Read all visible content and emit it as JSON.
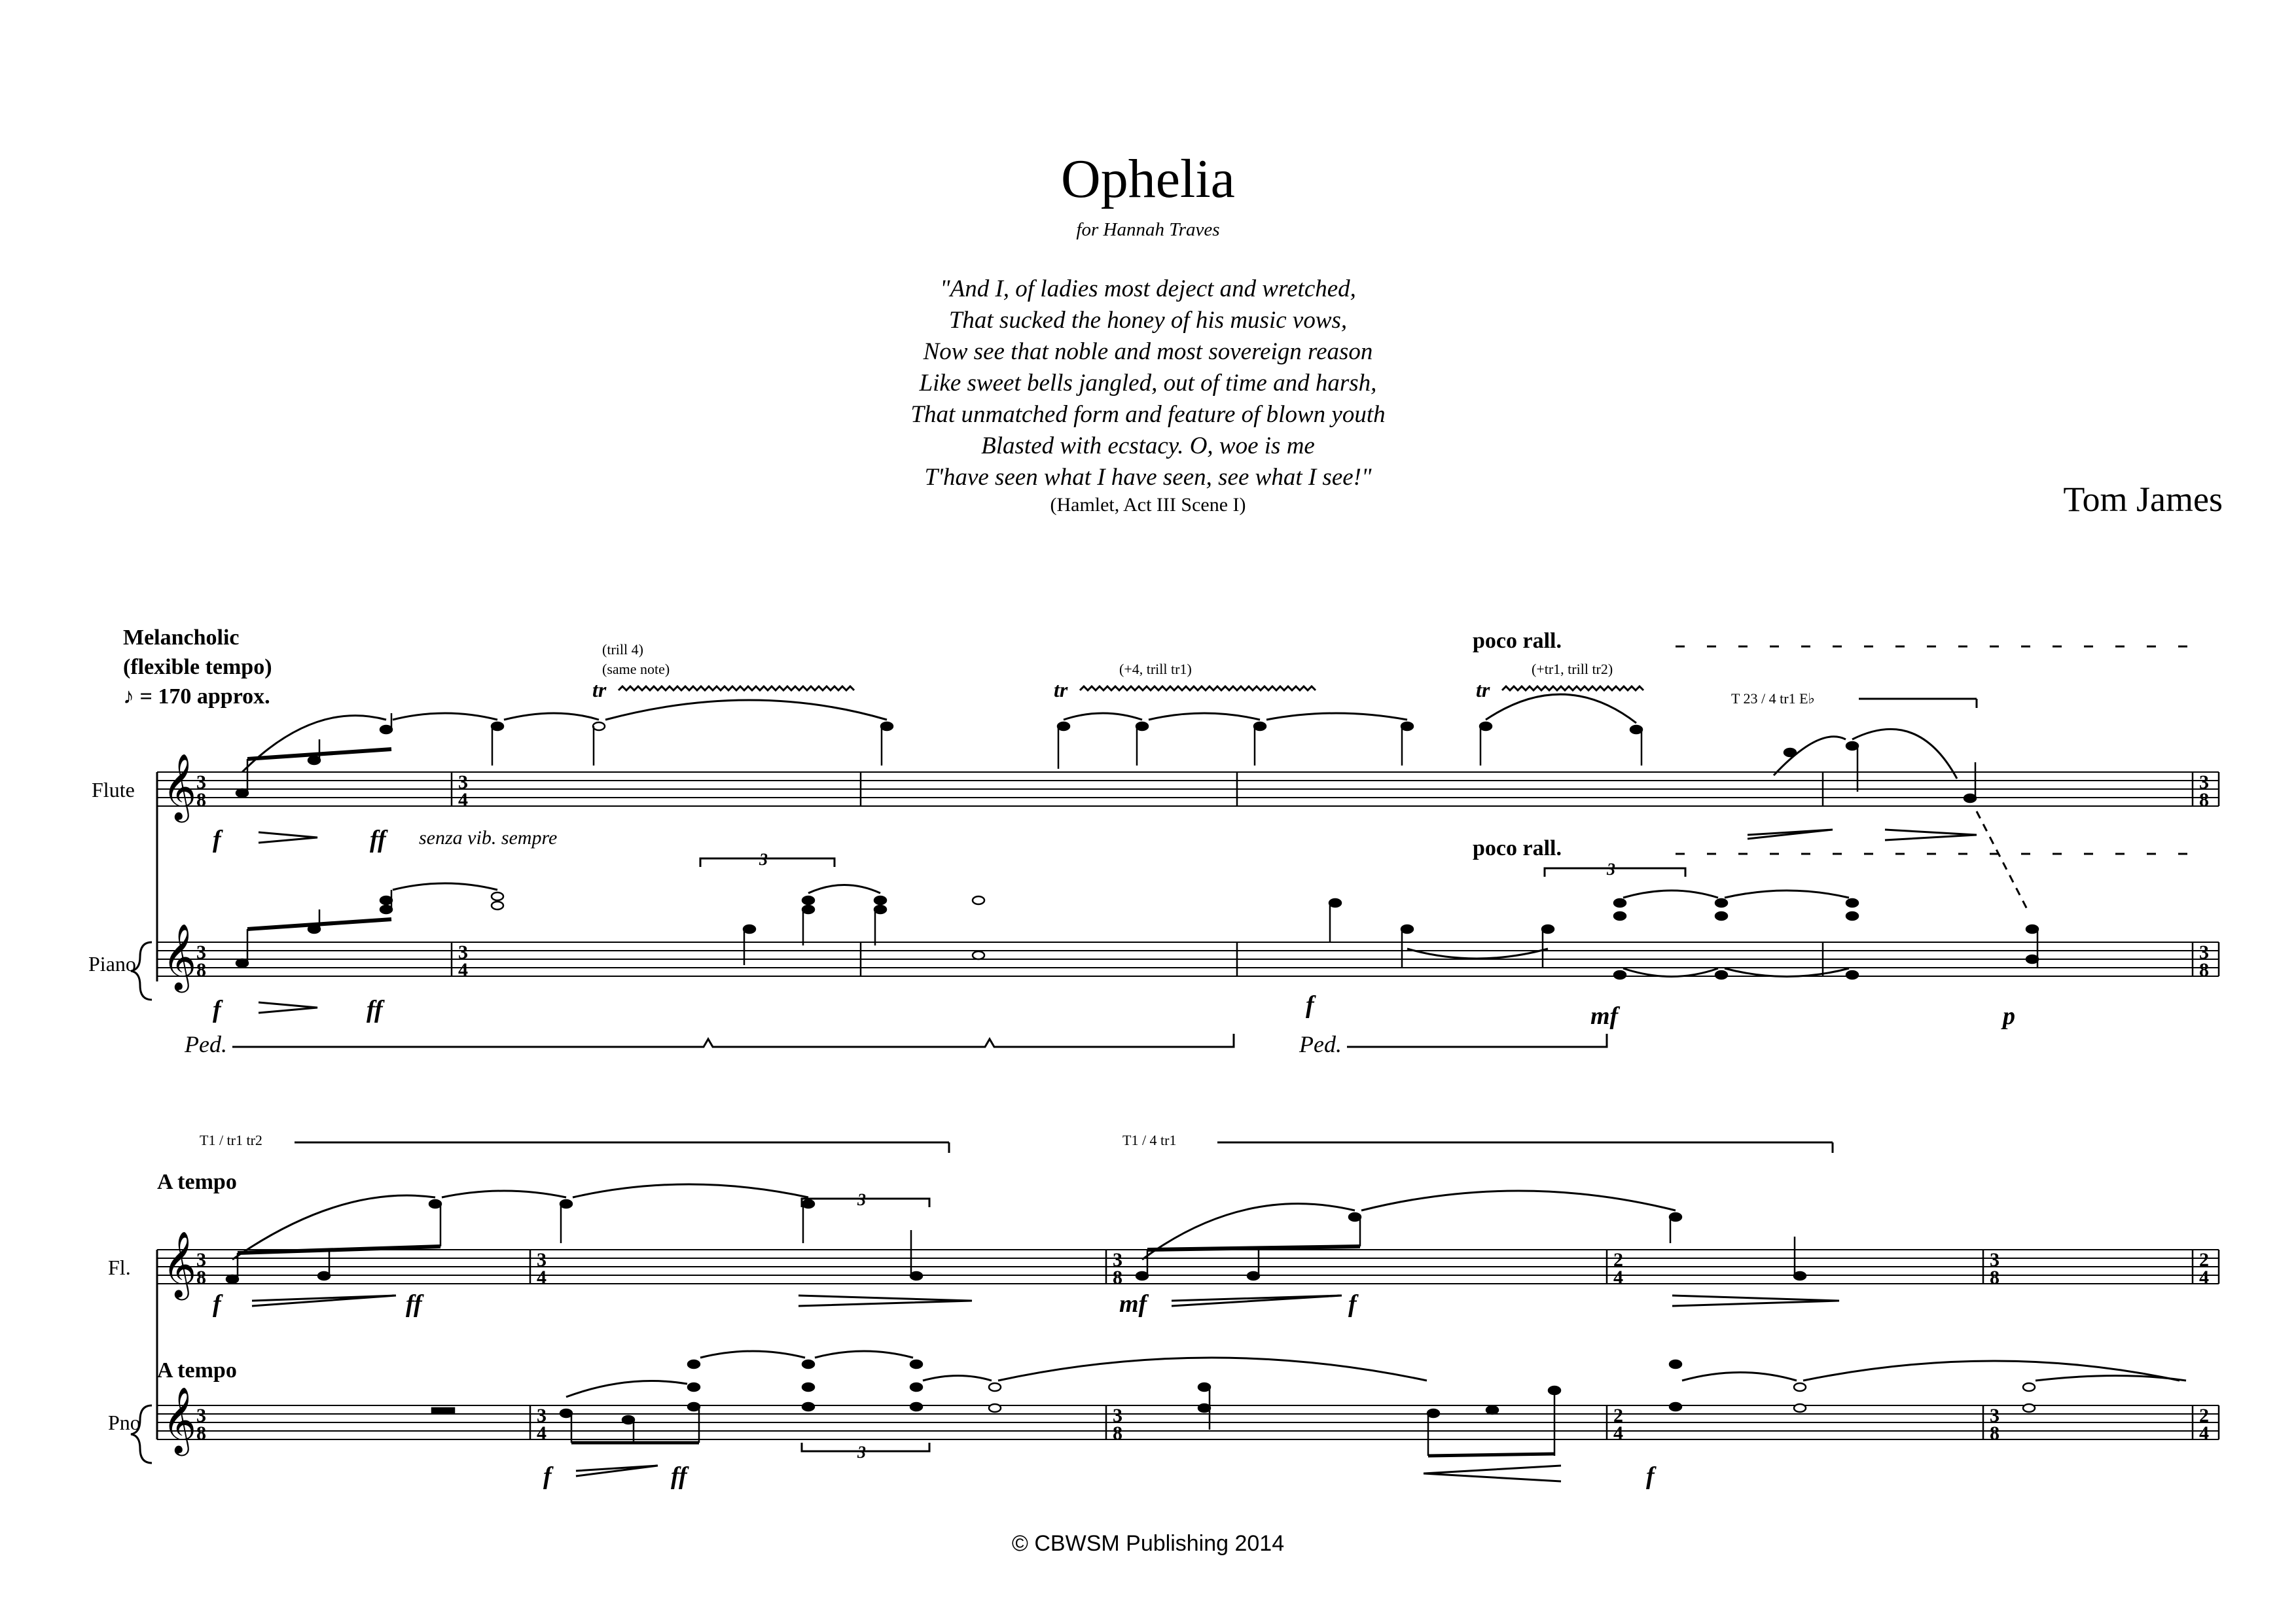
{
  "header": {
    "title": "Ophelia",
    "dedication": "for Hannah Traves",
    "epigraph": [
      "\"And I, of ladies most deject and wretched,",
      "That sucked the honey of his music vows,",
      "Now see that noble and most sovereign reason",
      "Like sweet bells jangled, out of time and harsh,",
      "That unmatched form and feature of blown youth",
      "Blasted with ecstacy. O, woe is me",
      "T'have seen what I have seen, see what I see!\""
    ],
    "epigraph_source": "(Hamlet, Act III Scene I)",
    "composer": "Tom James"
  },
  "system1": {
    "tempo_lines": [
      "Melancholic",
      "(flexible tempo)",
      "♪ = 170 approx."
    ],
    "flute_label": "Flute",
    "piano_label": "Piano",
    "time_signatures": [
      "3/8",
      "3/4",
      "3/8"
    ],
    "flute_dynamics": [
      "f",
      "ff"
    ],
    "flute_expression": "senza vib. sempre",
    "trill_annotations": [
      "(trill 4)",
      "(same note)",
      "(+4, trill tr1)",
      "(+tr1, trill tr2)"
    ],
    "trill_symbol": "tr",
    "fingering": "T 23 / 4 tr1 E♭",
    "poco_rall": "poco rall.",
    "piano_dynamics": [
      "f",
      "ff",
      "f",
      "mf",
      "p"
    ],
    "tuplet": "3",
    "pedal": "Ped."
  },
  "system2": {
    "flute_label": "Fl.",
    "piano_label": "Pno",
    "tempo": "A tempo",
    "fingerings": [
      "T1 / tr1 tr2",
      "T1 / 4 tr1"
    ],
    "flute_dynamics": [
      "f",
      "ff",
      "mf",
      "f"
    ],
    "piano_dynamics": [
      "f",
      "ff",
      "f"
    ],
    "tuplet": "3",
    "time_signatures": [
      "3/8",
      "3/4",
      "3/8",
      "2/4",
      "3/8",
      "2/4"
    ]
  },
  "footer": {
    "copyright": "© CBWSM Publishing 2014"
  }
}
